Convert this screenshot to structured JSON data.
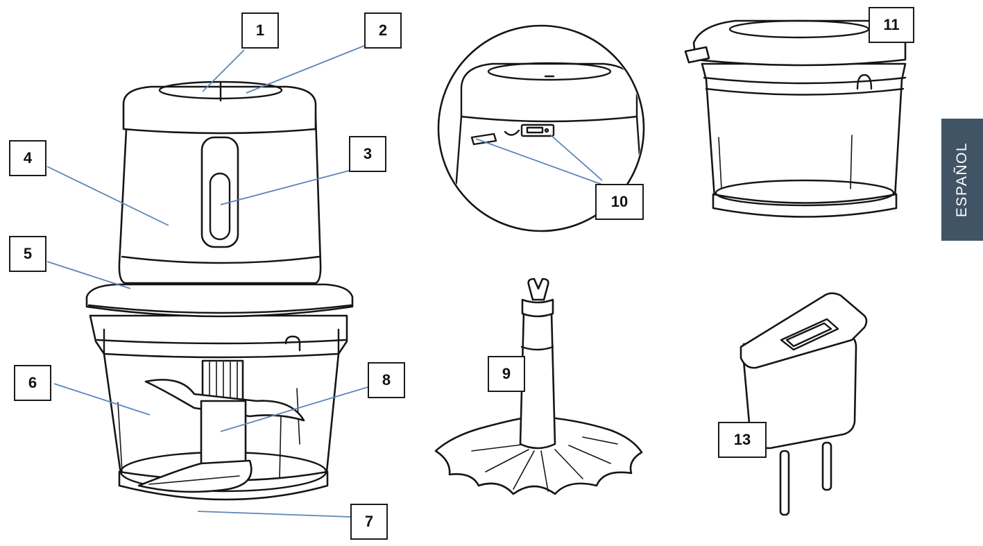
{
  "side_tab": {
    "label": "ESPAÑOL",
    "color": "#415466"
  },
  "leader_color": "#5b85b8",
  "callouts": {
    "c1": "1",
    "c2": "2",
    "c3": "3",
    "c4": "4",
    "c5": "5",
    "c6": "6",
    "c7": "7",
    "c8": "8",
    "c9": "9",
    "c10": "10",
    "c11": "11",
    "c13": "13"
  }
}
